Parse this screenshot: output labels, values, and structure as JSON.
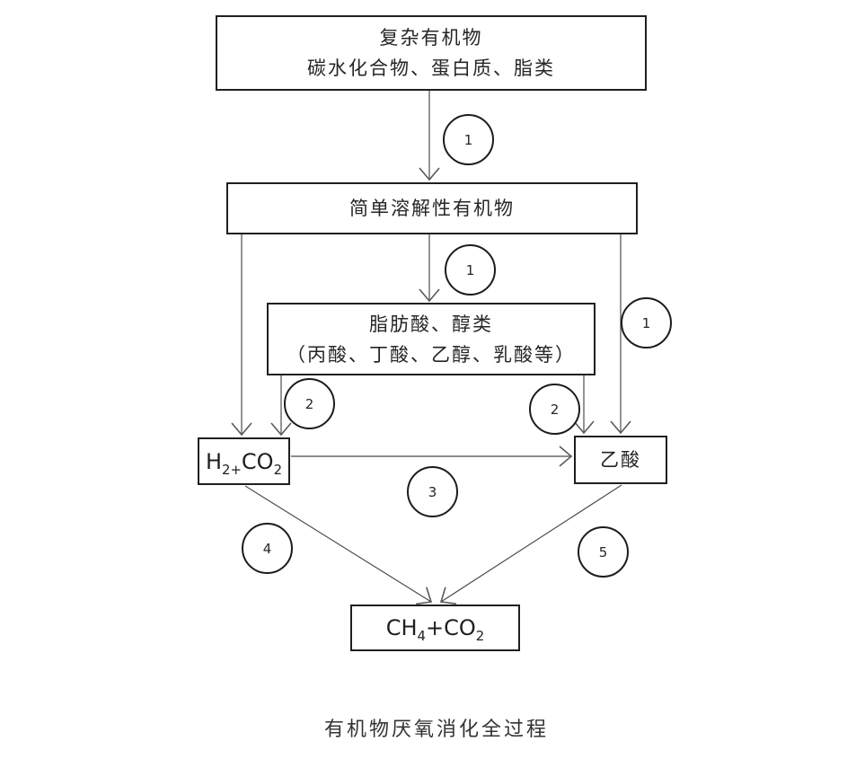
{
  "caption": "有机物厌氧消化全过程",
  "boxes": {
    "complex": {
      "line1": "复杂有机物",
      "line2": "碳水化合物、蛋白质、脂类"
    },
    "simple": {
      "line1": "简单溶解性有机物"
    },
    "fatty": {
      "line1": "脂肪酸、醇类",
      "line2": "（丙酸、丁酸、乙醇、乳酸等）"
    },
    "h2co2": {
      "parts": [
        {
          "t": "H"
        },
        {
          "t": "2+",
          "sub": true
        },
        {
          "t": "CO"
        },
        {
          "t": "2",
          "sub": true
        }
      ]
    },
    "acetic": {
      "line1": "乙酸"
    },
    "ch4co2": {
      "parts": [
        {
          "t": "CH"
        },
        {
          "t": "4",
          "sub": true
        },
        {
          "t": "+CO"
        },
        {
          "t": "2",
          "sub": true
        }
      ]
    }
  },
  "steps": {
    "s1a": "1",
    "s1b": "1",
    "s1c": "1",
    "s2a": "2",
    "s2b": "2",
    "s3": "3",
    "s4": "4",
    "s5": "5"
  },
  "colors": {
    "background": "#ffffff",
    "box_border": "#1f1f1f",
    "connector": "#666666",
    "text": "#262626"
  }
}
